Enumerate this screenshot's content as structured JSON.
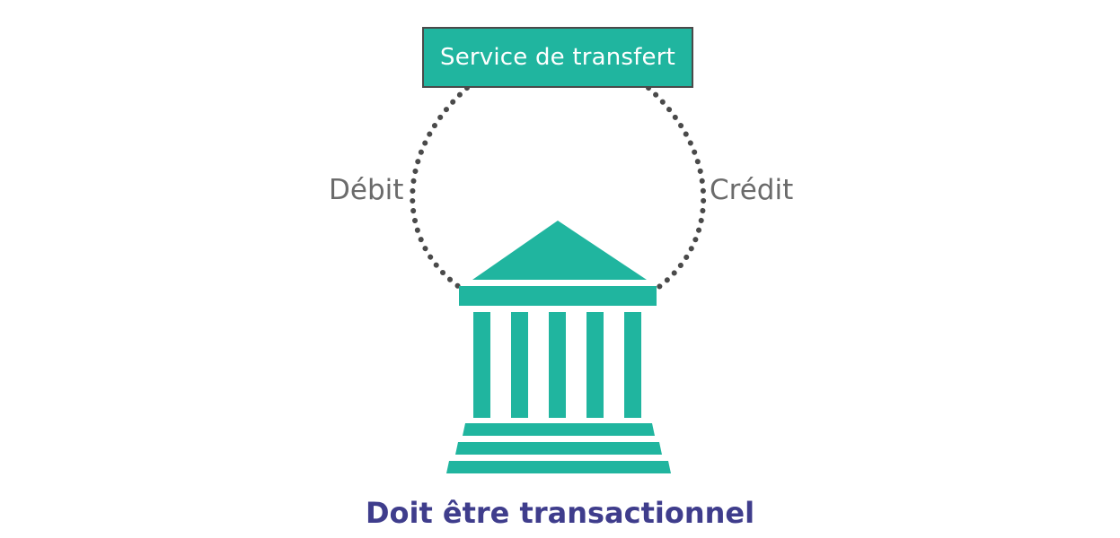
{
  "colors": {
    "teal": "#20b59f",
    "dots": "#4a4a4a",
    "side_label": "#6b6b6b",
    "caption": "#3f3d8c"
  },
  "diagram": {
    "service_box": {
      "label": "Service de transfert"
    },
    "left_arc": {
      "label": "Débit"
    },
    "right_arc": {
      "label": "Crédit"
    },
    "bank_icon": "bank-building-icon",
    "caption": "Doit être transactionnel"
  }
}
